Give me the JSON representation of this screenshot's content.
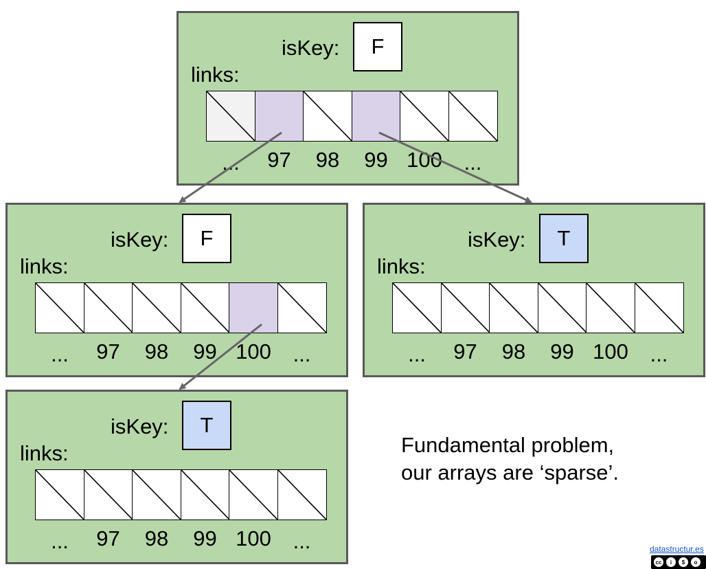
{
  "nodes": [
    {
      "id": "root",
      "iskey_label": "isKey:",
      "iskey_value": "F",
      "key_color": "#ffffff",
      "links_label": "links:",
      "slot_fill": [
        "#f2f2f2",
        "#d9d2e9",
        "#ffffff",
        "#d9d2e9",
        "#ffffff",
        "#ffffff"
      ],
      "slot_null": [
        true,
        false,
        true,
        false,
        true,
        true
      ],
      "indices": [
        "...",
        "97",
        "98",
        "99",
        "100",
        "..."
      ]
    },
    {
      "id": "child-a",
      "iskey_label": "isKey:",
      "iskey_value": "F",
      "key_color": "#ffffff",
      "links_label": "links:",
      "slot_fill": [
        "#ffffff",
        "#ffffff",
        "#ffffff",
        "#ffffff",
        "#d9d2e9",
        "#ffffff"
      ],
      "slot_null": [
        true,
        true,
        true,
        true,
        false,
        true
      ],
      "indices": [
        "...",
        "97",
        "98",
        "99",
        "100",
        "..."
      ]
    },
    {
      "id": "child-c",
      "iskey_label": "isKey:",
      "iskey_value": "T",
      "key_color": "#c9daf8",
      "links_label": "links:",
      "slot_fill": [
        "#ffffff",
        "#ffffff",
        "#ffffff",
        "#ffffff",
        "#ffffff",
        "#ffffff"
      ],
      "slot_null": [
        true,
        true,
        true,
        true,
        true,
        true
      ],
      "indices": [
        "...",
        "97",
        "98",
        "99",
        "100",
        "..."
      ]
    },
    {
      "id": "grandchild-ad",
      "iskey_label": "isKey:",
      "iskey_value": "T",
      "key_color": "#c9daf8",
      "links_label": "links:",
      "slot_fill": [
        "#ffffff",
        "#ffffff",
        "#ffffff",
        "#ffffff",
        "#ffffff",
        "#ffffff"
      ],
      "slot_null": [
        true,
        true,
        true,
        true,
        true,
        true
      ],
      "indices": [
        "...",
        "97",
        "98",
        "99",
        "100",
        "..."
      ]
    }
  ],
  "caption": {
    "line1": "Fundamental problem,",
    "line2": "our arrays are ‘sparse’."
  },
  "credit": {
    "link_text": "datastructur.es",
    "license_icon": "cc-by-nc-sa-icon"
  },
  "colors": {
    "node_fill": "#b6d7a8",
    "node_border": "#595959",
    "pointer_slot": "#d9d2e9",
    "true_key": "#c9daf8",
    "arrow": "#666666"
  }
}
